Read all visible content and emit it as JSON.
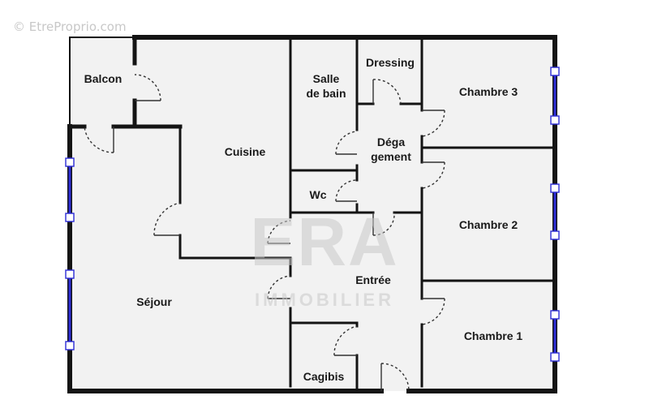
{
  "watermark": {
    "site": "© EtreProprio.com",
    "brand": "ERA",
    "brand_sub": "IMMOBILIER"
  },
  "rooms": {
    "balcon": "Balcon",
    "salle_de_bain_line1": "Salle",
    "salle_de_bain_line2": "de bain",
    "dressing": "Dressing",
    "chambre_3": "Chambre 3",
    "cuisine": "Cuisine",
    "degagement_line1": "Déga",
    "degagement_line2": "gement",
    "wc": "Wc",
    "chambre_2": "Chambre 2",
    "entree": "Entrée",
    "sejour": "Séjour",
    "chambre_1": "Chambre 1",
    "cagibis": "Cagibis"
  },
  "colors": {
    "wall": "#141414",
    "floor": "#f2f2f2",
    "window": "#2b2bd6",
    "door_swing": "#333333"
  }
}
